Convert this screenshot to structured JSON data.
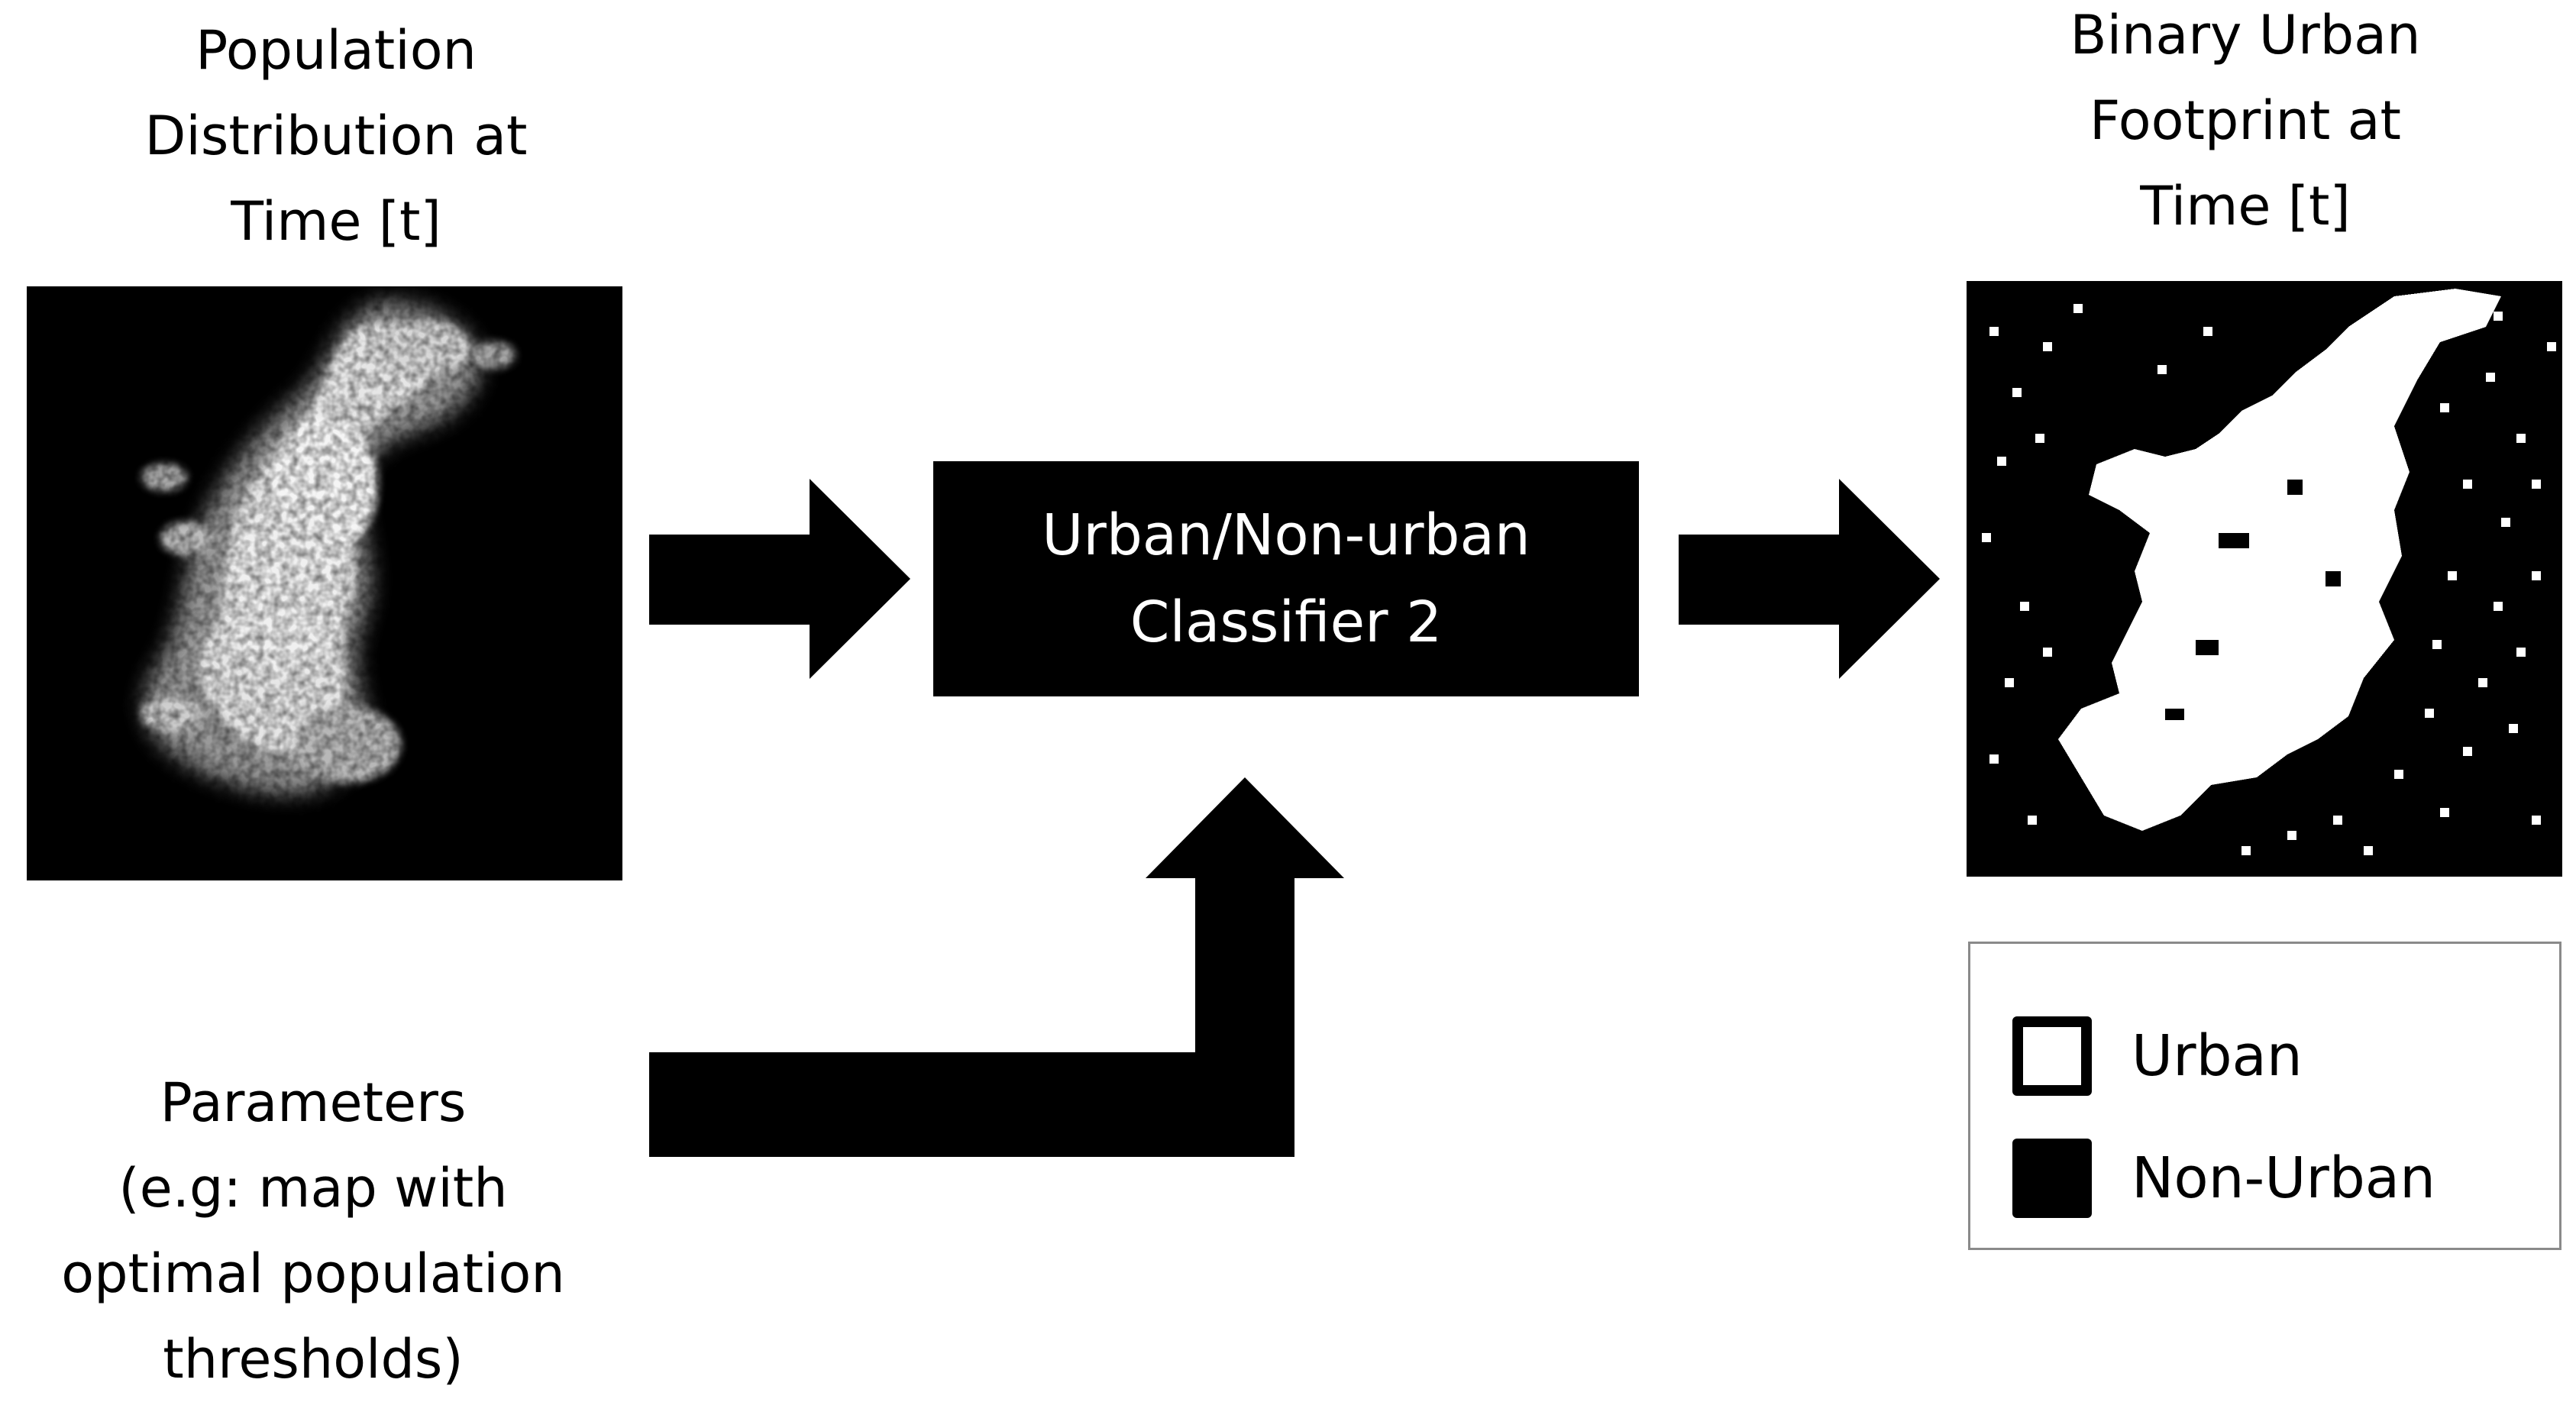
{
  "input": {
    "title_lines": [
      "Population",
      "Distribution at",
      "Time [t]"
    ]
  },
  "output": {
    "title_lines": [
      "Binary Urban",
      "Footprint at",
      "Time [t]"
    ]
  },
  "classifier": {
    "lines": [
      "Urban/Non-urban",
      "Classifier 2"
    ]
  },
  "parameters": {
    "lines": [
      "Parameters",
      "(e.g: map with",
      "optimal population",
      "thresholds)"
    ]
  },
  "legend": {
    "items": [
      {
        "label": "Urban",
        "swatch": "#ffffff"
      },
      {
        "label": "Non-Urban",
        "swatch": "#000000"
      }
    ]
  },
  "colors": {
    "foreground": "#000000",
    "background": "#ffffff"
  }
}
